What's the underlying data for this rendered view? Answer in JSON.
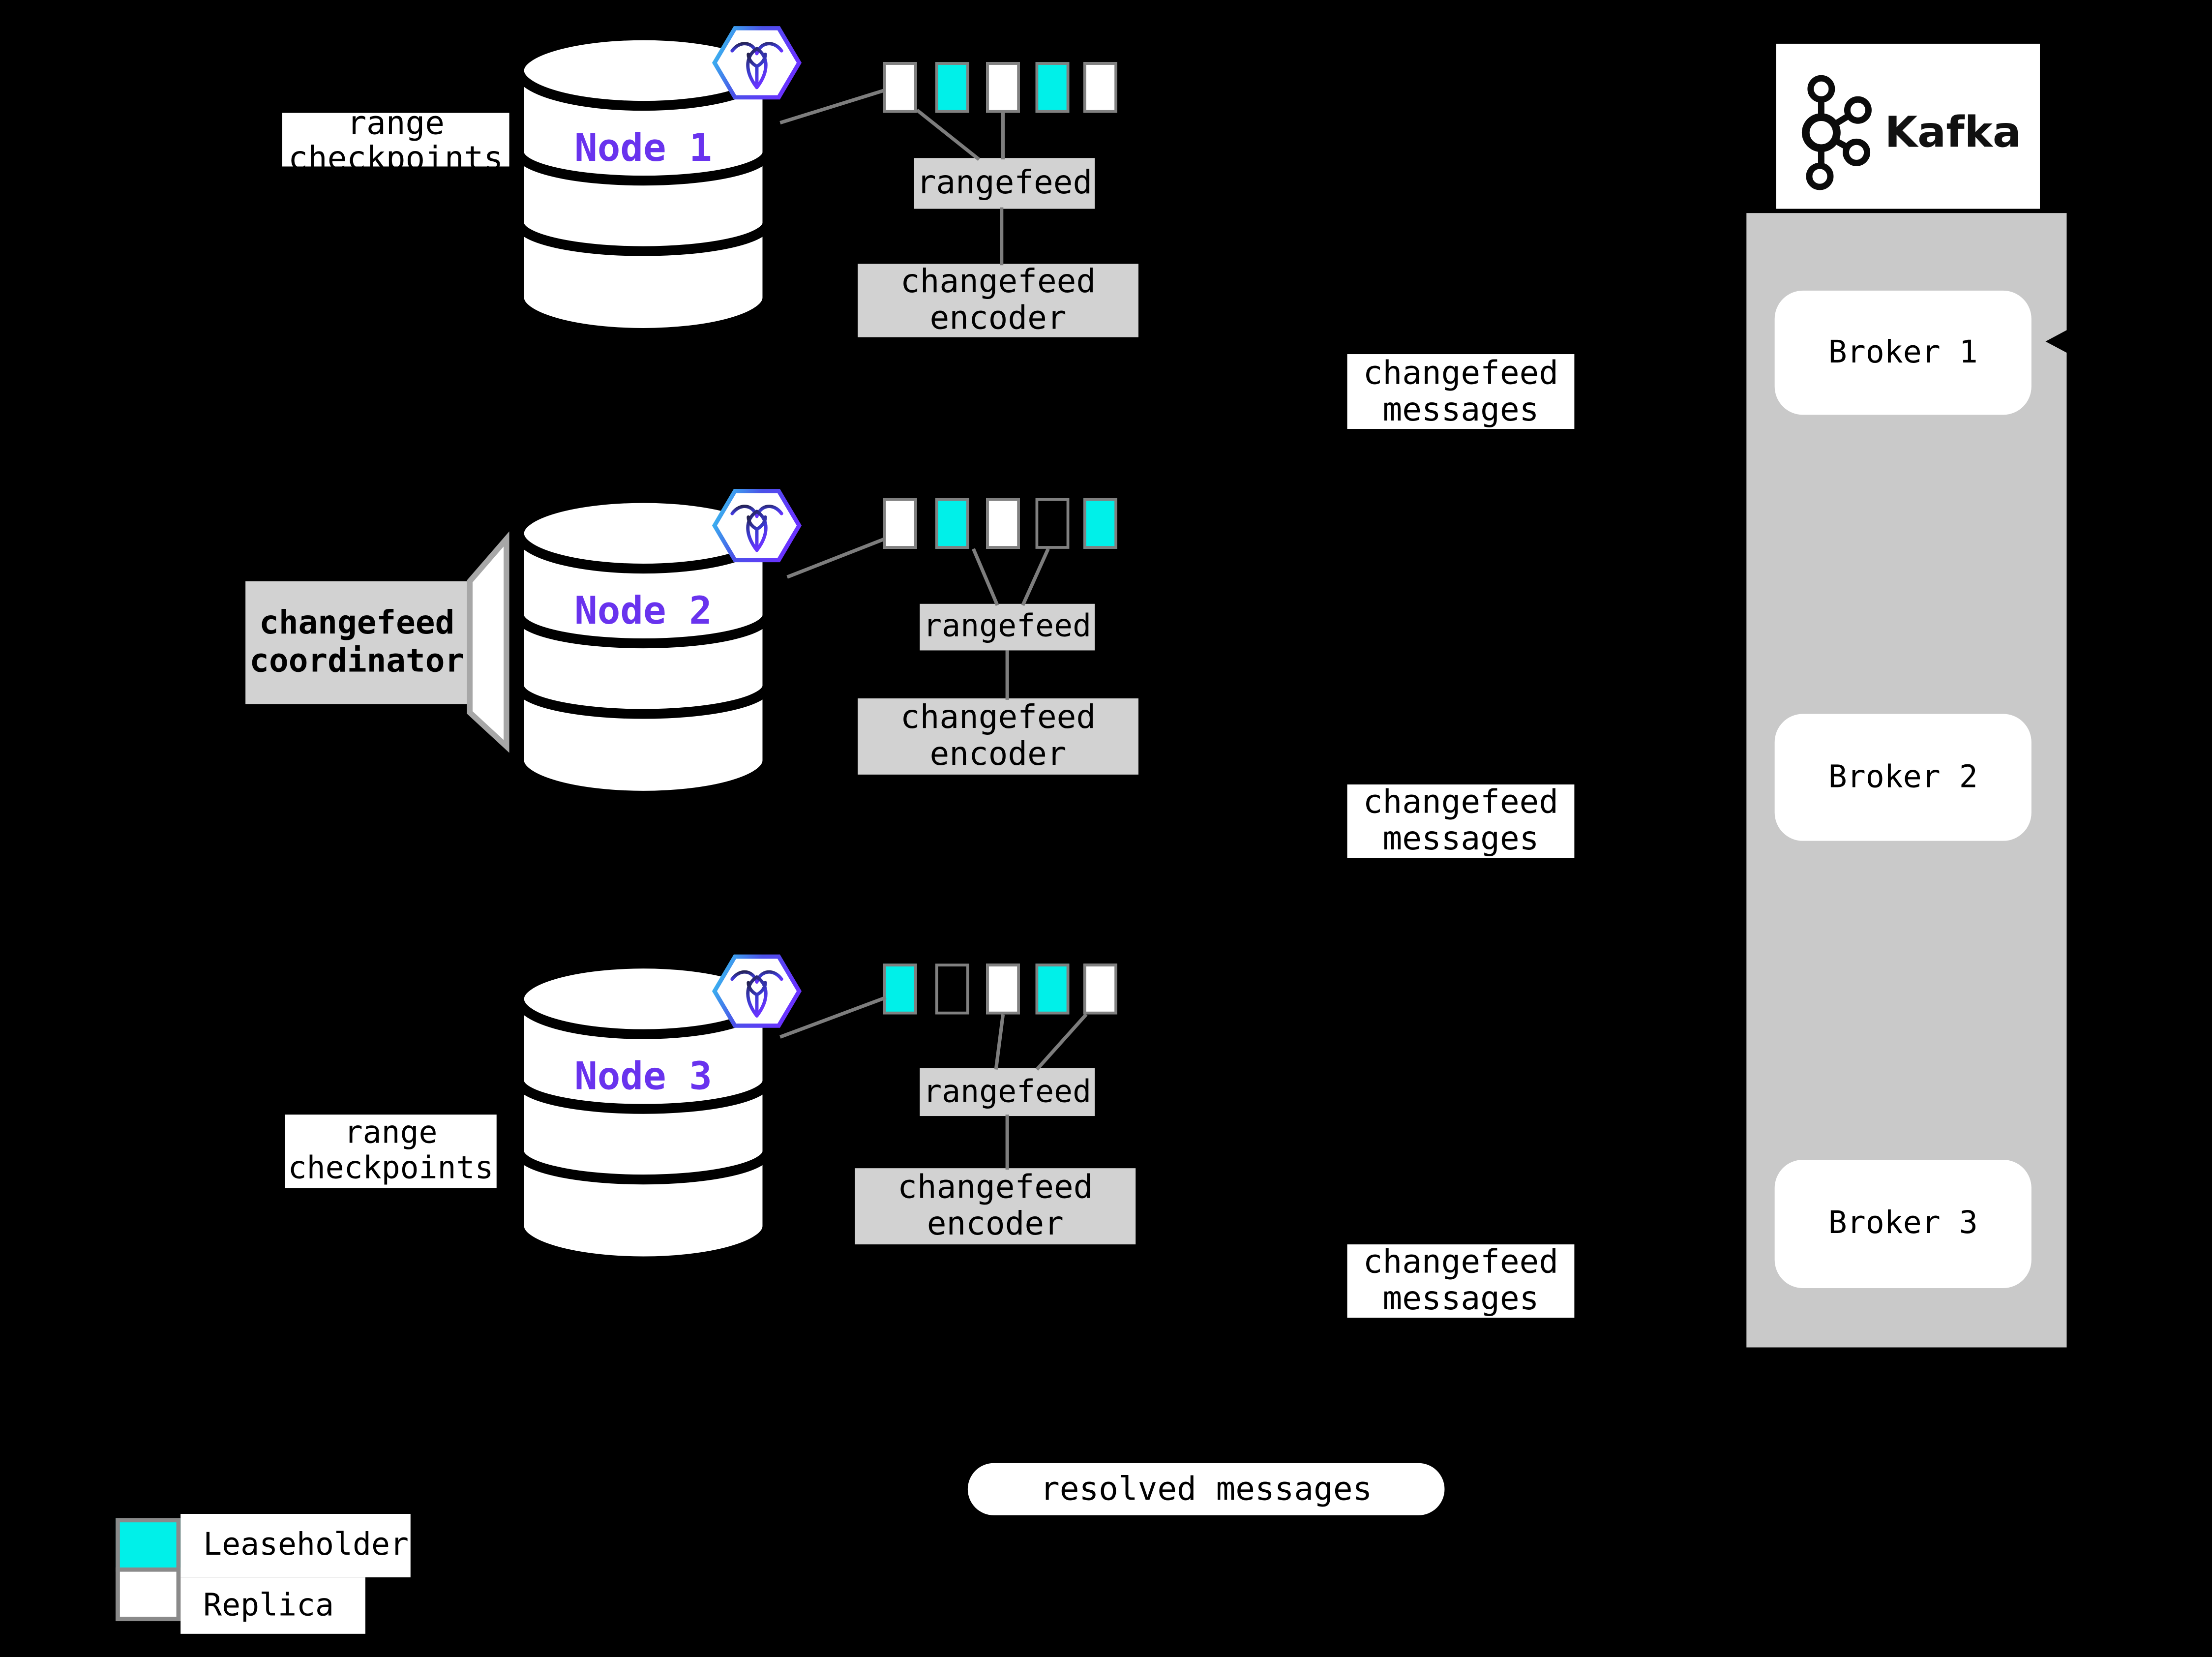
{
  "legend": {
    "leaseholder_label": "Leaseholder",
    "replica_label": "Replica"
  },
  "annotations": {
    "range_checkpoints_top": {
      "line1": "range",
      "line2": "checkpoints"
    },
    "range_checkpoints_bottom": {
      "line1": "range",
      "line2": "checkpoints"
    },
    "coordinator": {
      "line1": "changefeed",
      "line2": "coordinator"
    },
    "resolved_messages": "resolved messages"
  },
  "nodes": [
    {
      "name": "Node 1",
      "rangefeed_label": "rangefeed",
      "encoder": {
        "line1": "changefeed",
        "line2": "encoder"
      },
      "messages": {
        "line1": "changefeed",
        "line2": "messages"
      },
      "ranges": [
        "replica",
        "leaseholder",
        "replica",
        "leaseholder",
        "replica"
      ]
    },
    {
      "name": "Node 2",
      "rangefeed_label": "rangefeed",
      "encoder": {
        "line1": "changefeed",
        "line2": "encoder"
      },
      "messages": {
        "line1": "changefeed",
        "line2": "messages"
      },
      "ranges": [
        "replica",
        "leaseholder",
        "replica",
        "empty",
        "leaseholder"
      ]
    },
    {
      "name": "Node 3",
      "rangefeed_label": "rangefeed",
      "encoder": {
        "line1": "changefeed",
        "line2": "encoder"
      },
      "messages": {
        "line1": "changefeed",
        "line2": "messages"
      },
      "ranges": [
        "leaseholder",
        "empty",
        "replica",
        "leaseholder",
        "replica"
      ]
    }
  ],
  "kafka": {
    "logo_text": "Kafka",
    "brokers": [
      "Broker 1",
      "Broker 2",
      "Broker 3"
    ]
  },
  "colors": {
    "leaseholder": "#00f0e9",
    "replica": "#ffffff",
    "empty": "transparent",
    "node_label": "#6933ee",
    "connector_line": "#7d7d7d",
    "process_box": "#d2d2d2",
    "kafka_container": "#c9c9c9",
    "background": "#000000"
  }
}
